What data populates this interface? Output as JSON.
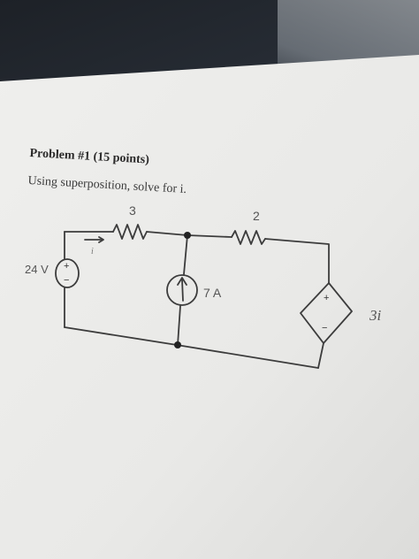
{
  "problem": {
    "title": "Problem #1 (15 points)",
    "instruction": "Using superposition, solve for i."
  },
  "circuit": {
    "resistor_left": "3",
    "resistor_right": "2",
    "voltage_source": "24 V",
    "voltage_plus": "+",
    "voltage_minus": "−",
    "current_source": "7 A",
    "dependent_source": "3i",
    "dep_plus": "+",
    "dep_minus": "−",
    "current_label": "i"
  },
  "colors": {
    "paper": "#ececea",
    "wire": "#3c3c3c",
    "text": "#555555"
  }
}
